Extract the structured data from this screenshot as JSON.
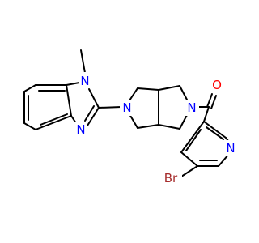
{
  "structure": {
    "colors": {
      "carbon_bond": "#000000",
      "nitrogen": "#0000ff",
      "oxygen": "#ff0000",
      "bromine": "#a52a2a",
      "background": "#ffffff"
    },
    "labels": {
      "n_methyl": "N",
      "n_imine": "N",
      "n_pyrrolidine_left": "N",
      "n_pyrrolidine_right": "N",
      "o_carbonyl": "O",
      "n_pyridine": "N",
      "br": "Br"
    }
  }
}
